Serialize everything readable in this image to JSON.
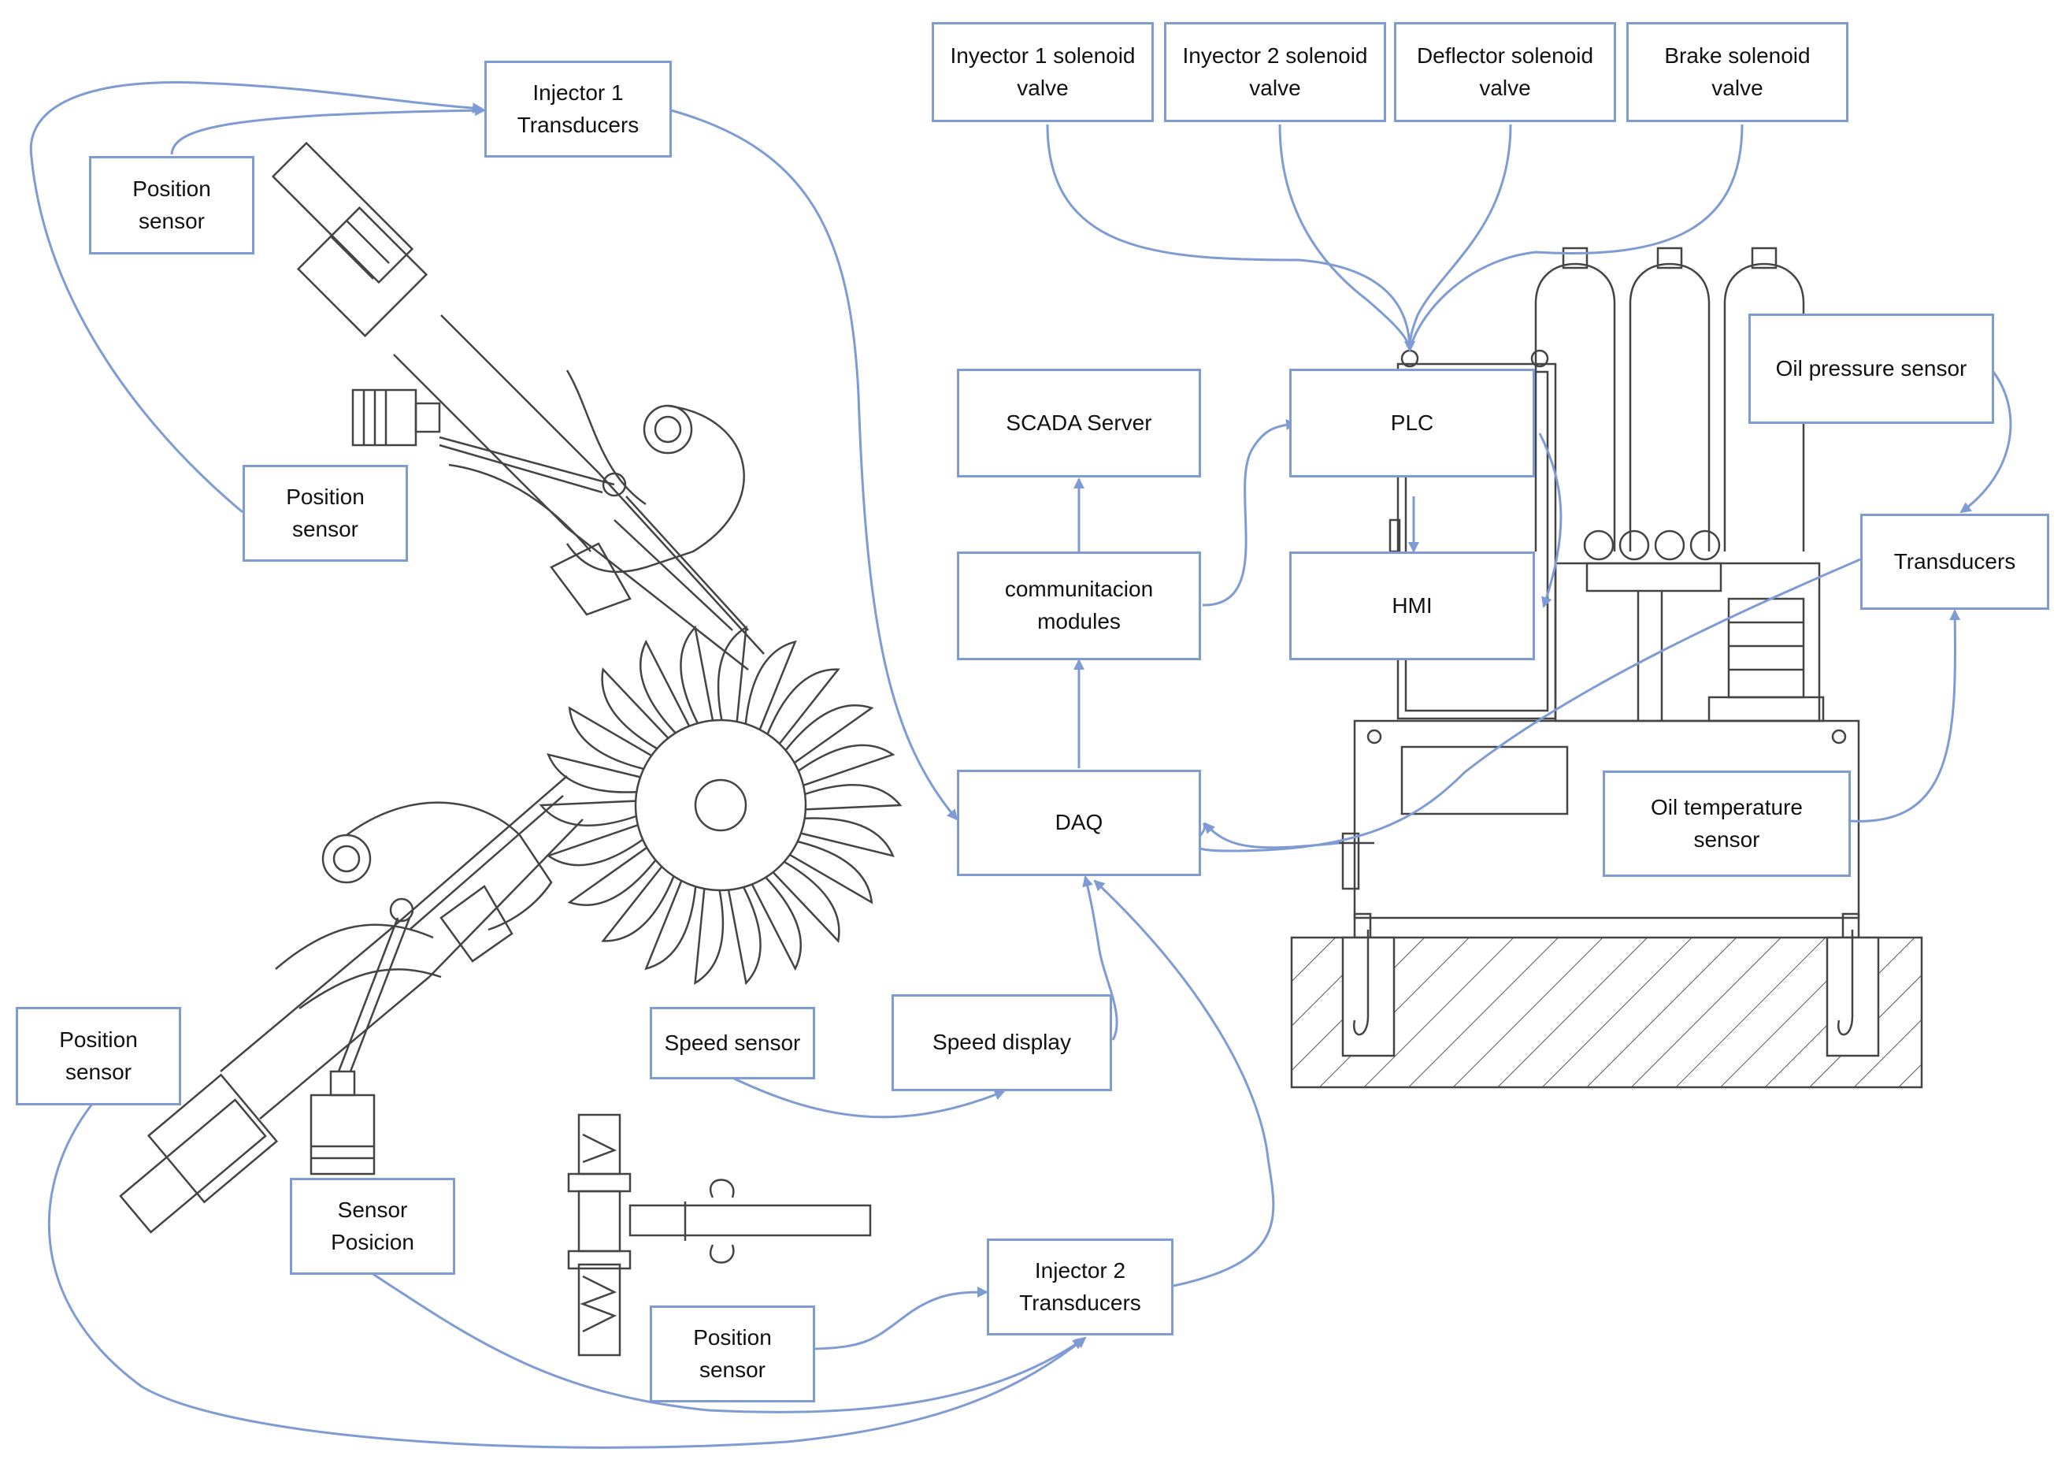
{
  "colors": {
    "box_border": "#7f9bd3",
    "connector": "#7f9bd3",
    "drawing": "#444444"
  },
  "labels": {
    "injector1_transducers": "Injector 1\nTransducers",
    "position_sensor_top": "Position\nsensor",
    "position_sensor_mid": "Position\nsensor",
    "position_sensor_lower_left": "Position\nsensor",
    "sensor_posicion": "Sensor\nPosicion",
    "position_sensor_bottom": "Position\nsensor",
    "injector2_transducers": "Injector 2\nTransducers",
    "speed_sensor": "Speed sensor",
    "speed_display": "Speed display",
    "daq": "DAQ",
    "communication_modules": "communitacion\nmodules",
    "scada_server": "SCADA Server",
    "plc": "PLC",
    "hmi": "HMI",
    "inyector1_valve": "Inyector 1 solenoid\nvalve",
    "inyector2_valve": "Inyector 2 solenoid\nvalve",
    "deflector_valve": "Deflector solenoid\nvalve",
    "brake_valve": "Brake solenoid\nvalve",
    "oil_pressure_sensor": "Oil pressure sensor",
    "transducers": "Transducers",
    "oil_temperature_sensor": "Oil temperature\nsensor"
  }
}
